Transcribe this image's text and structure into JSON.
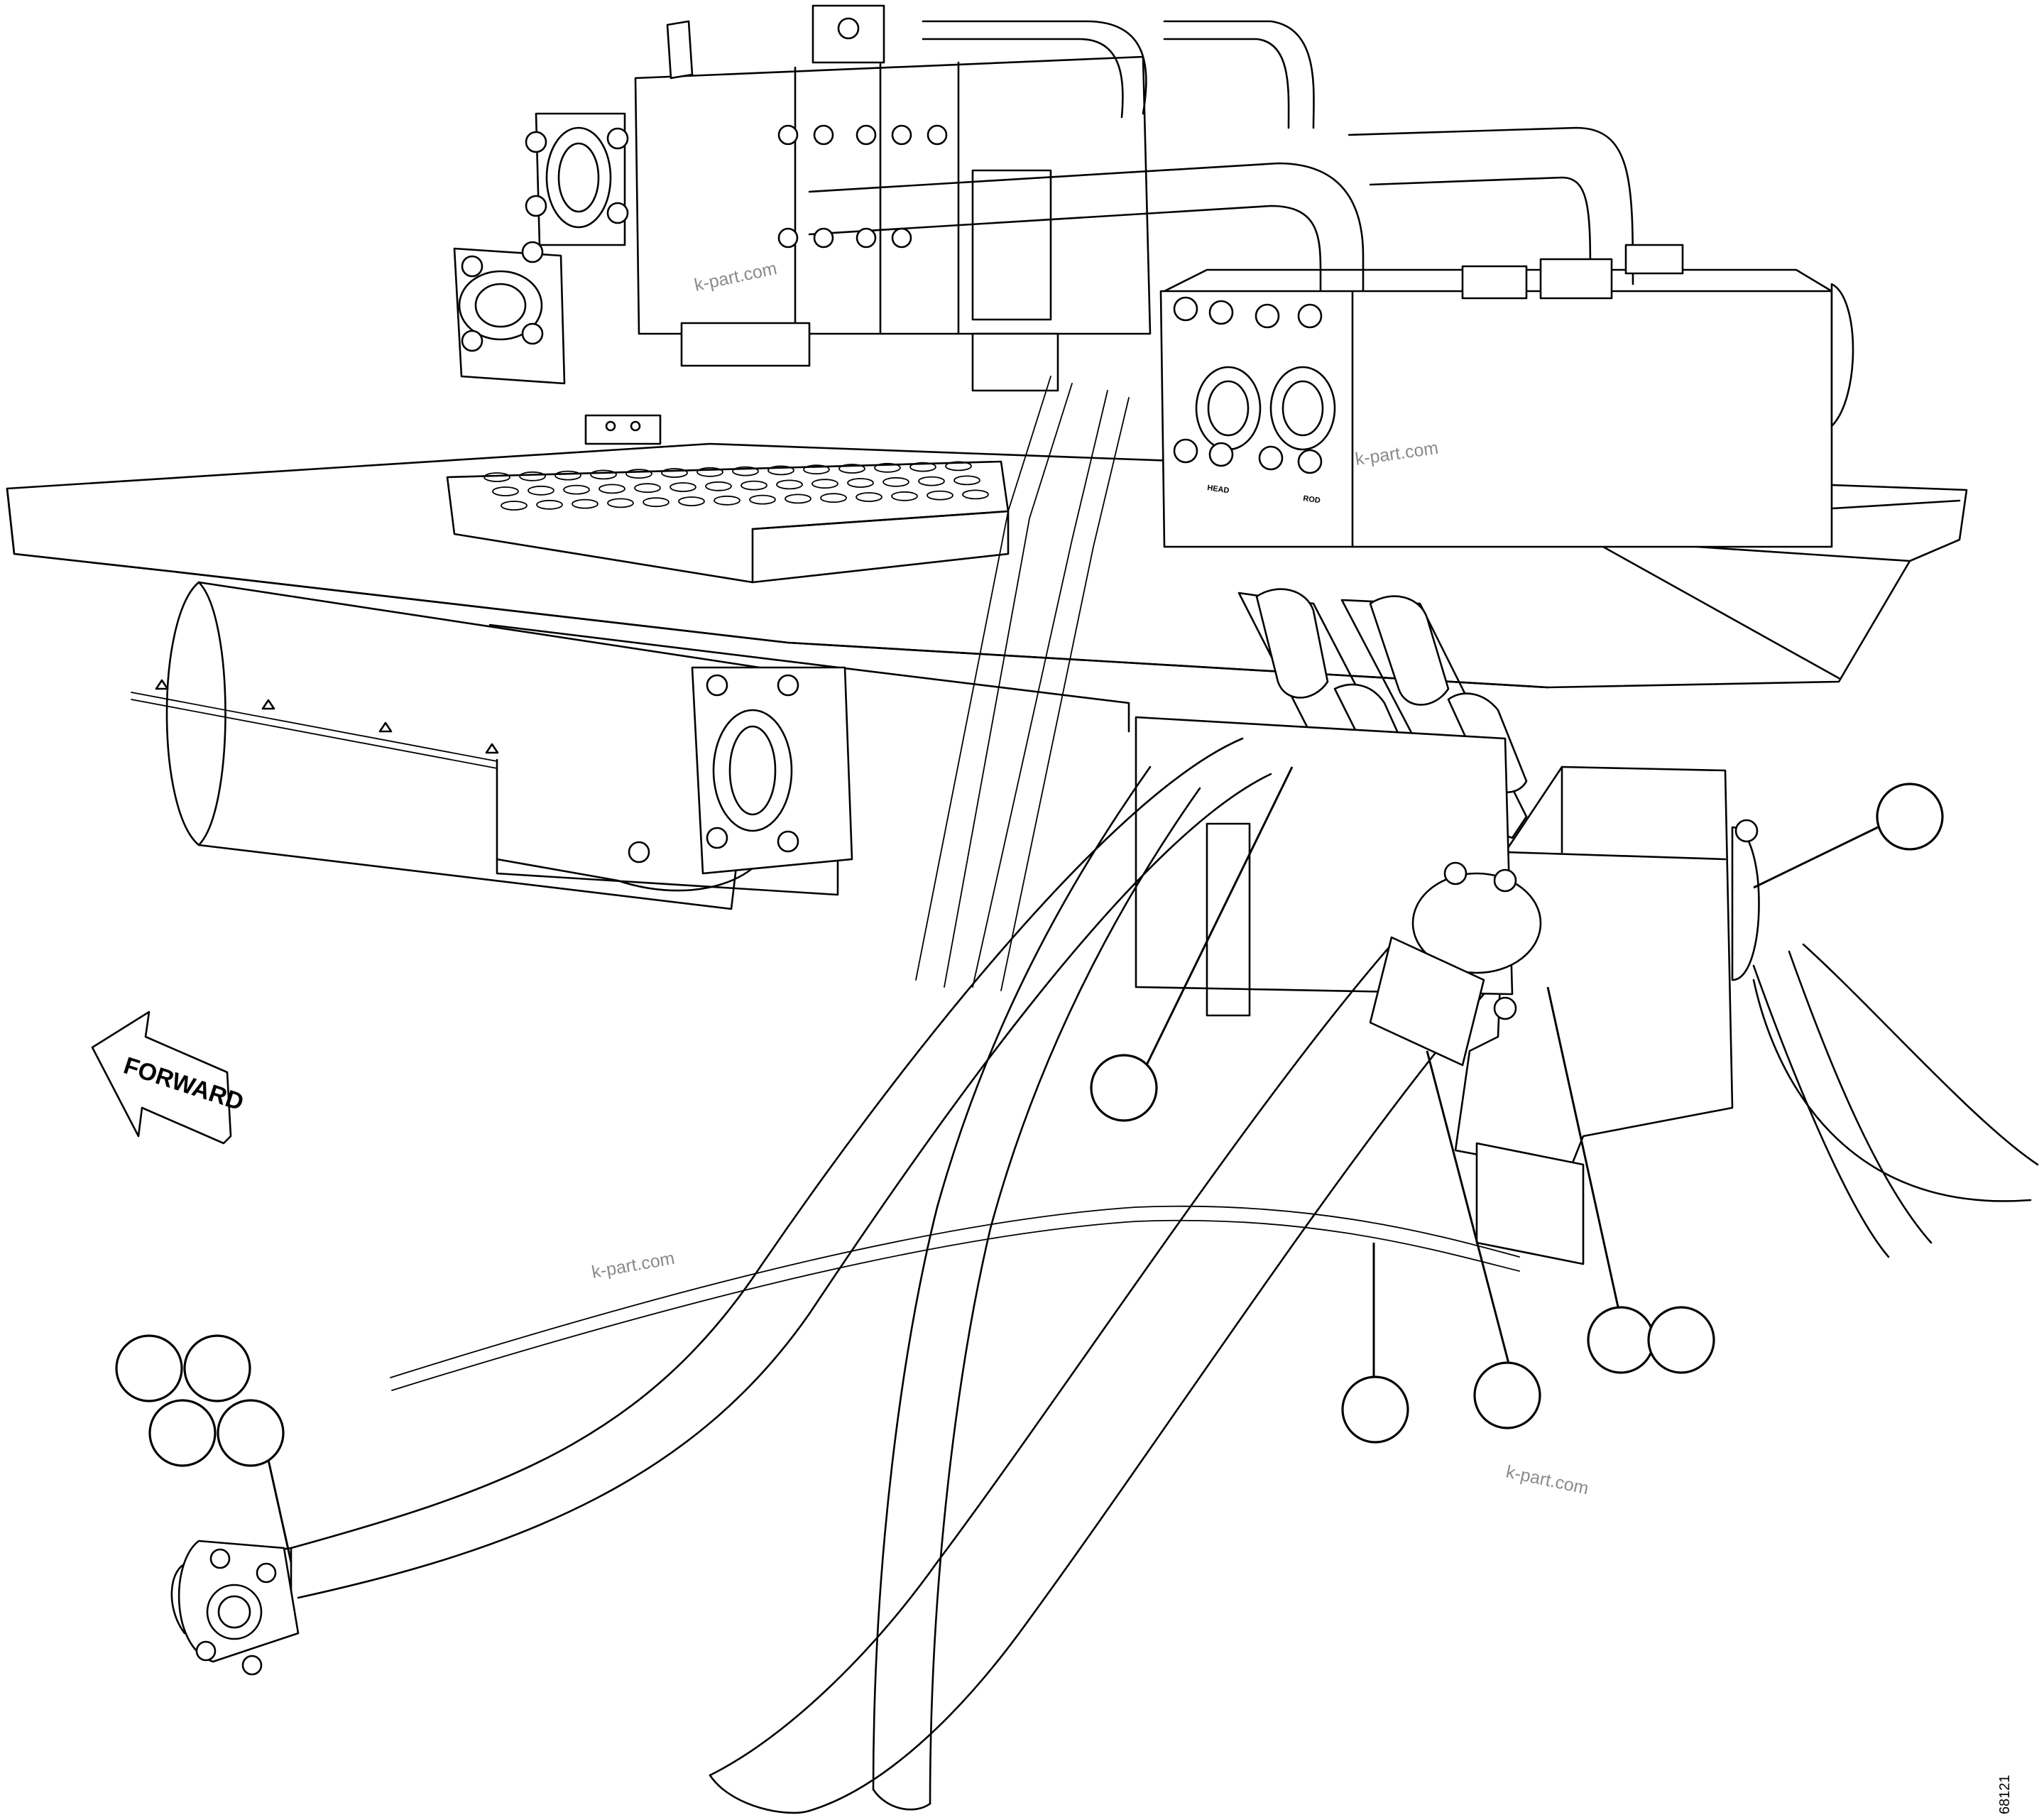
{
  "figure": {
    "direction_label": "FORWARD",
    "port_labels": [
      "HEAD",
      "ROD"
    ],
    "figure_number": "68121",
    "watermarks": [
      "k-part.com",
      "k-part.com",
      "k-part.com",
      "k-part.com"
    ]
  },
  "callouts": [
    {
      "id": "a",
      "label": ""
    },
    {
      "id": "b",
      "label": ""
    },
    {
      "id": "c",
      "label": ""
    },
    {
      "id": "d",
      "label": ""
    },
    {
      "id": "e",
      "label": ""
    },
    {
      "id": "f",
      "label": ""
    },
    {
      "id": "g",
      "label": ""
    },
    {
      "id": "h",
      "label": ""
    },
    {
      "id": "i",
      "label": ""
    },
    {
      "id": "j",
      "label": ""
    },
    {
      "id": "k",
      "label": ""
    }
  ]
}
